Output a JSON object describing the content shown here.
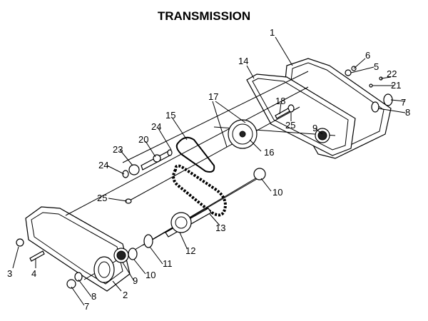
{
  "title": "TRANSMISSION",
  "callouts": [
    "1",
    "2",
    "3",
    "4",
    "5",
    "6",
    "7",
    "7",
    "8",
    "8",
    "9",
    "9",
    "10",
    "10",
    "11",
    "12",
    "13",
    "14",
    "15",
    "16",
    "17",
    "18",
    "20",
    "21",
    "22",
    "23",
    "24",
    "24",
    "25",
    "25"
  ]
}
